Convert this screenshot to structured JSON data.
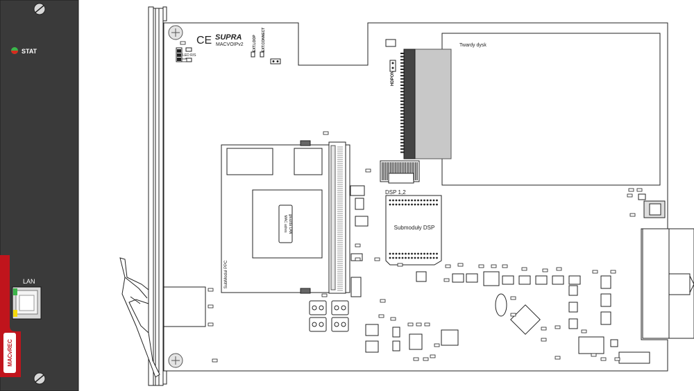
{
  "panel": {
    "stat_label": "STAT",
    "lan_label": "LAN",
    "model_label": "MACvREC",
    "colors": {
      "panel": "#3a3a3a",
      "accent": "#c0141c",
      "led_green": "#3cb54a",
      "led_red": "#d62b1f"
    }
  },
  "board": {
    "brand_logo": "SUPRA",
    "board_name": "MACVOIPv2",
    "ce_mark": "CE",
    "led_label": "LED R/S",
    "jumper_ext_loop": "EXT.LOOP",
    "jumper_ext_connect": "EXT.CONNECT",
    "hdd_label": "Twardy dysk",
    "hddon_label": "HDPON",
    "dsp_header": "DSP 1,2",
    "dsp_module_label": "Submoduły DSP",
    "ppc_module_label": "SubModuł PPC",
    "mac_sticker_line1": "MAC adres",
    "mac_sticker_line2": "gniazda LAN"
  }
}
